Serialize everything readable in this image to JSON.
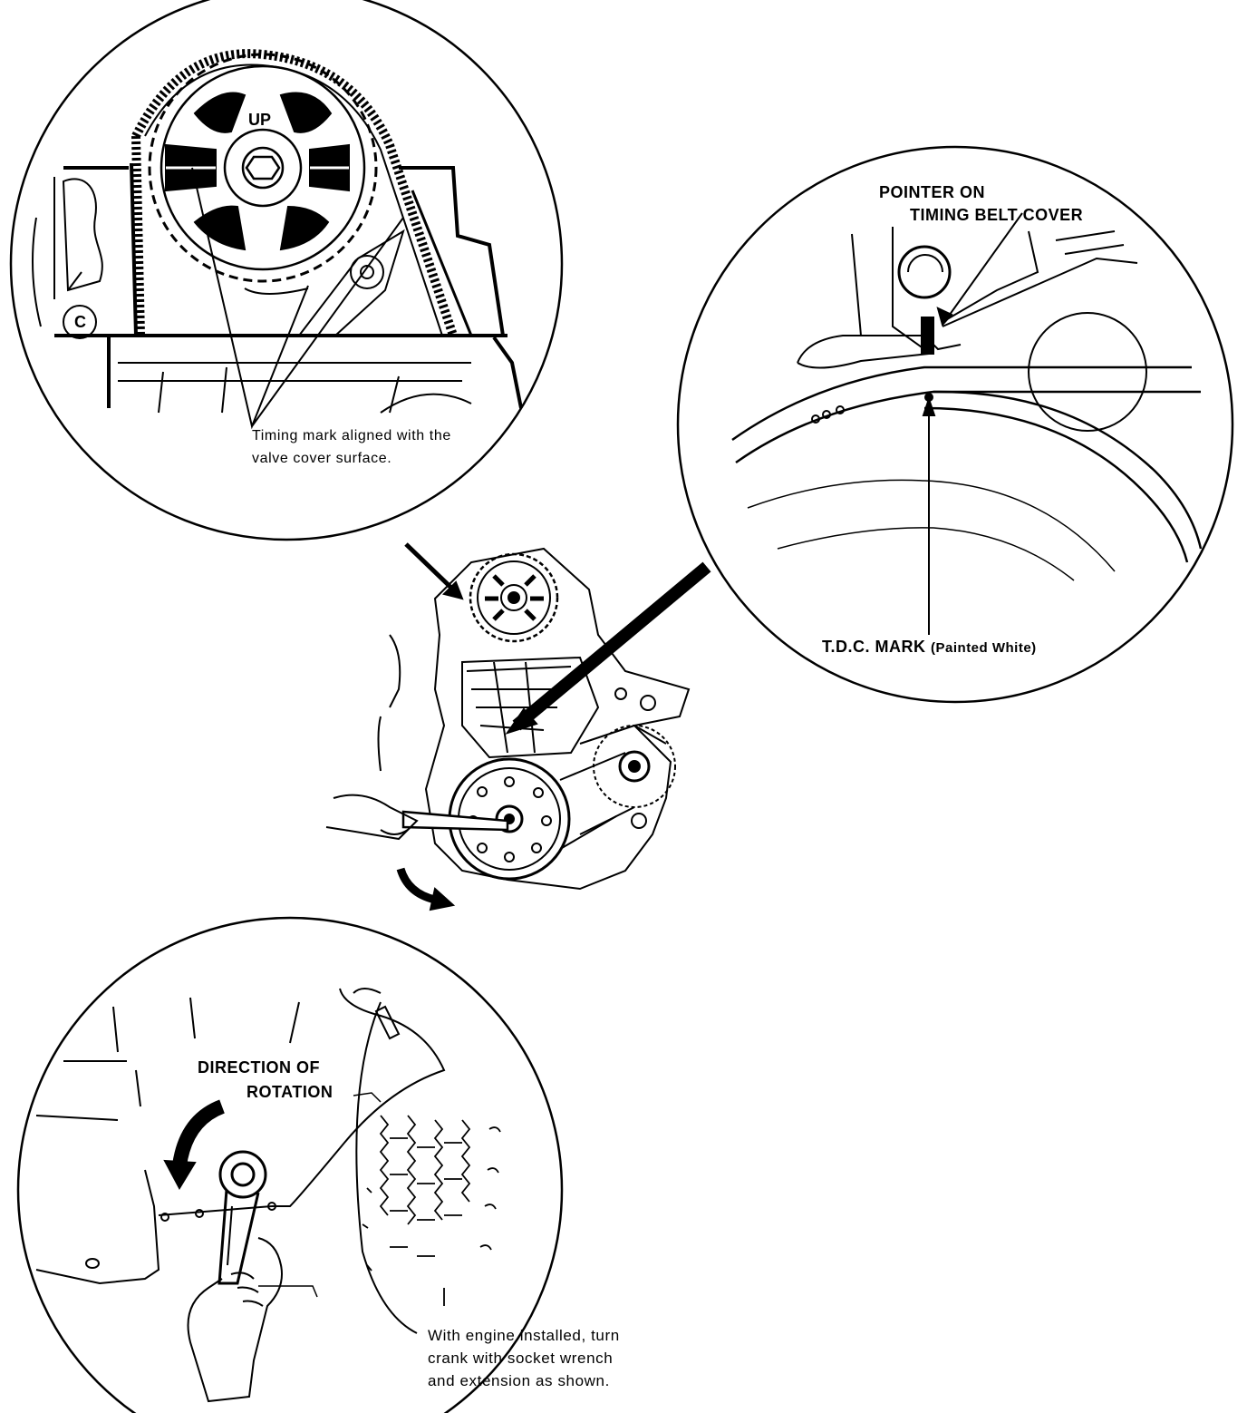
{
  "callouts": {
    "cam_gear": {
      "up_mark": "UP",
      "timing_note_line1": "Timing mark aligned with the",
      "timing_note_line2": "valve cover surface."
    },
    "crank_pulley": {
      "pointer_line1": "POINTER ON",
      "pointer_line2": "TIMING BELT COVER",
      "tdc_mark_label": "T.D.C. MARK",
      "tdc_mark_note": "(Painted White)"
    },
    "wrench_view": {
      "direction_line1": "DIRECTION OF",
      "direction_line2": "ROTATION",
      "instruction_line1": "With engine installed, turn",
      "instruction_line2": "crank with socket wrench",
      "instruction_line3": "and extension as shown."
    }
  },
  "icons": [
    "cam-gear-icon",
    "crank-pulley-icon",
    "rotation-arrow-icon",
    "socket-wrench-icon",
    "hand-icon",
    "pointer-arrow-icon"
  ],
  "colors": {
    "ink": "#000000",
    "paper": "#ffffff"
  }
}
